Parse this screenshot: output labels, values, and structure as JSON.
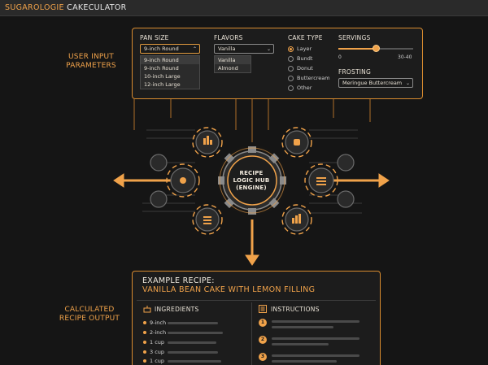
{
  "app": {
    "title_brand": "SUGAROLOGIE",
    "title_rest": " CAKECULATOR"
  },
  "labels": {
    "input_line1": "USER INPUT",
    "input_line2": "PARAMETERS",
    "output_line1": "CALCULATED",
    "output_line2": "RECIPE OUTPUT"
  },
  "params": {
    "pan_size": {
      "title": "PAN SIZE",
      "selected": "9-inch Round",
      "options": [
        "9-inch Round",
        "9-inch Round",
        "10-inch Large",
        "12-inch Large"
      ]
    },
    "flavors": {
      "title": "FLAVORS",
      "selected": "Vanilla",
      "options": [
        "Vanilla",
        "Almond"
      ]
    },
    "cake_type": {
      "title": "CAKE TYPE",
      "selected": "Layer",
      "options": [
        "Layer",
        "Bundt",
        "Donut",
        "Buttercream",
        "Other"
      ]
    },
    "servings": {
      "title": "SERVINGS",
      "min_label": "0",
      "max_label": "30-40",
      "value_fraction": 0.5
    },
    "frosting": {
      "title": "FROSTING",
      "selected": "Meringue Buttercream"
    }
  },
  "engine": {
    "hub_line1": "RECIPE",
    "hub_line2": "LOGIC HUB",
    "hub_line3": "(ENGINE)"
  },
  "recipe": {
    "title_prefix": "EXAMPLE RECIPE:",
    "title_name": "VANILLA BEAN CAKE WITH LEMON FILLING",
    "ingredients_heading": "INGREDIENTS",
    "instructions_heading": "INSTRUCTIONS",
    "ingredients": [
      "9-inch",
      "2-inch",
      "1 cup",
      "3 cup",
      "1 cup"
    ],
    "steps": [
      "1",
      "2",
      "3"
    ]
  },
  "icons": [
    "cake-icon",
    "list-icon",
    "gear-icon",
    "chart-icon",
    "cog-icon"
  ],
  "colors": {
    "accent": "#f0a24a",
    "background": "#151515",
    "panel_border": "#d98c2f"
  }
}
